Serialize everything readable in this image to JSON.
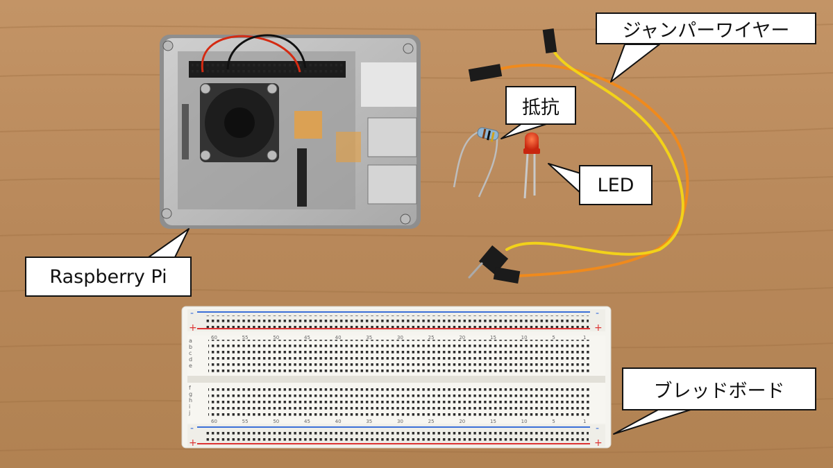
{
  "labels": {
    "jumper_wire": "ジャンパーワイヤー",
    "resistor": "抵抗",
    "led": "LED",
    "raspberry_pi": "Raspberry Pi",
    "breadboard": "ブレッドボード"
  },
  "breadboard": {
    "column_numbers_top": [
      "60",
      "55",
      "50",
      "45",
      "40",
      "35",
      "30",
      "25",
      "20",
      "15",
      "10",
      "5",
      "1"
    ],
    "column_numbers_bottom": [
      "1",
      "5",
      "10",
      "15",
      "20",
      "25",
      "30",
      "35",
      "40",
      "45",
      "50",
      "55",
      "60"
    ],
    "row_letters_top": [
      "a",
      "b",
      "c",
      "d",
      "e"
    ],
    "row_letters_bottom": [
      "f",
      "g",
      "h",
      "i",
      "j"
    ],
    "rail_plus": "+",
    "rail_minus": "-"
  },
  "colors": {
    "wood": "#b88a5a",
    "wire_orange": "#f08a1c",
    "wire_yellow": "#f2d21a",
    "led_red": "#e0371c",
    "rail_red": "#d33",
    "rail_blue": "#3a6fd8"
  }
}
